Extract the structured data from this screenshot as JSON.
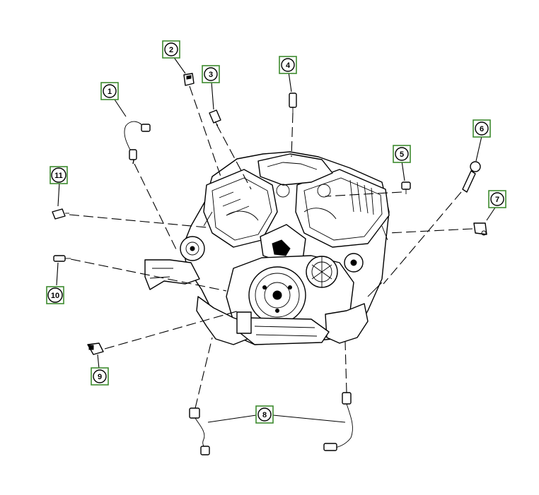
{
  "callouts": {
    "c1": "1",
    "c2": "2",
    "c3": "3",
    "c4": "4",
    "c5": "5",
    "c6": "6",
    "c7": "7",
    "c8": "8",
    "c9": "9",
    "c10": "10",
    "c11": "11"
  },
  "colors": {
    "callout_border": "#3d8a2e",
    "line_art": "#000000",
    "background": "#ffffff"
  }
}
